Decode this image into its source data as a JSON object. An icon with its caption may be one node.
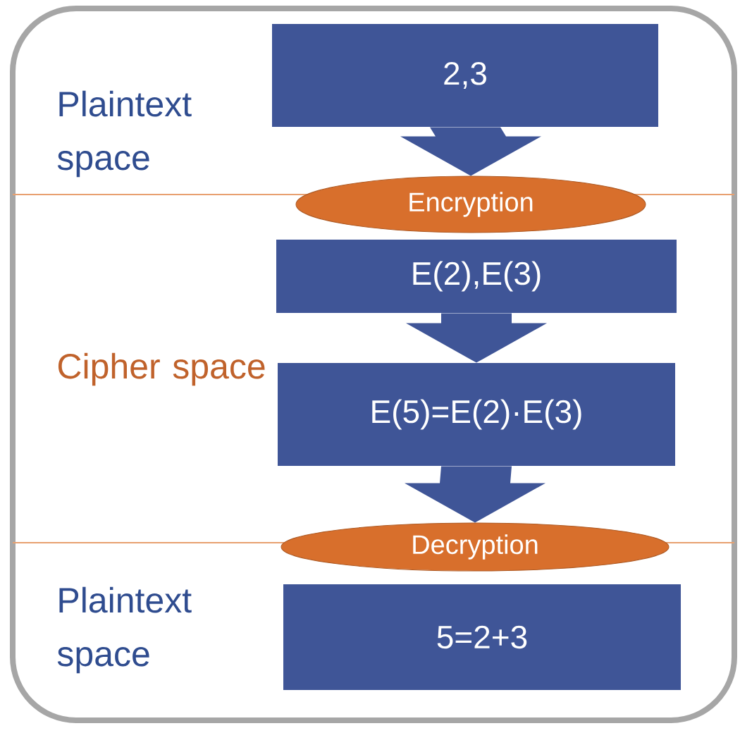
{
  "diagram": {
    "nodes": [
      {
        "text": [
          "2,3"
        ]
      },
      {
        "text": [
          "Encryption"
        ]
      },
      {
        "text": [
          "E(2),E(3)"
        ]
      },
      {
        "text": [
          "E(5)=E(2)·E(3)"
        ]
      },
      {
        "text": [
          "Decryption"
        ]
      },
      {
        "text": [
          "5=2+3"
        ]
      }
    ],
    "edges": [
      {
        "from": 0,
        "to": 1,
        "arrow": "to"
      },
      {
        "from": 2,
        "to": 3,
        "arrow": "to"
      },
      {
        "from": 3,
        "to": 4,
        "arrow": "to"
      }
    ],
    "labels": [
      "Plaintext space",
      "Cipher space",
      "Plaintext space"
    ]
  }
}
